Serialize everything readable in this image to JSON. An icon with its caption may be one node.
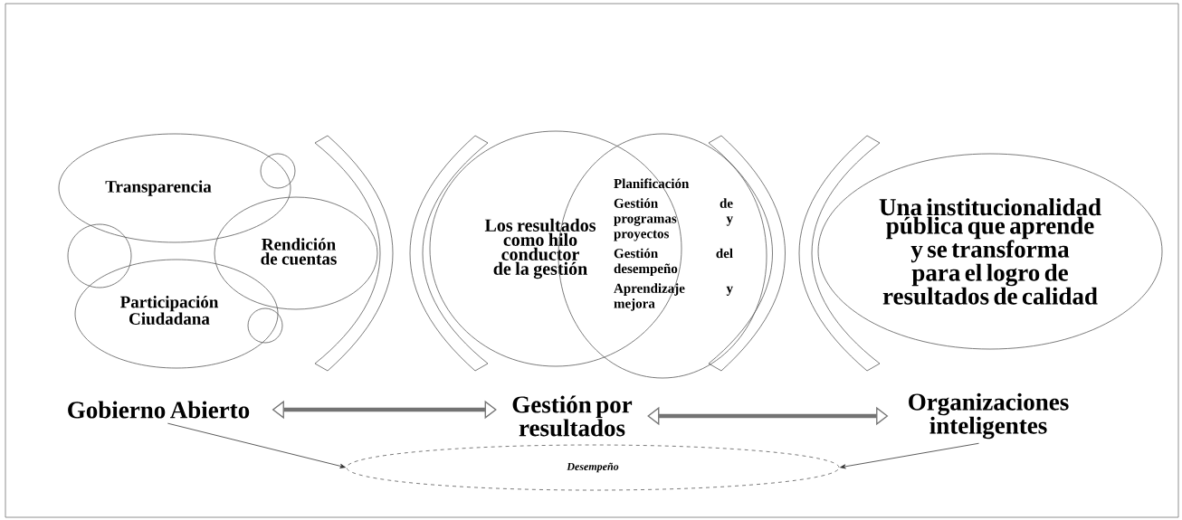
{
  "diagram": {
    "nodes": [
      {
        "text": [
          "Transparencia"
        ]
      },
      {
        "text": [],
        "shape": "circle"
      },
      {
        "text": [],
        "shape": "circle"
      },
      {
        "text": [
          "Rendición de cuentas"
        ]
      },
      {
        "text": [
          "Participación Ciudadana"
        ]
      },
      {
        "text": [],
        "shape": "circle"
      },
      {
        "text": [
          "Los resultados como hilo conductor de la gestión"
        ]
      },
      {
        "text": [
          "Planificación",
          "Gestión de programas y proyectos",
          "Gestión del desempeño",
          "Aprendizaje y mejora"
        ]
      },
      {
        "text": [
          "Una institucionalidad pública que aprende y se transforma para el logro de resultados de calidad"
        ]
      },
      {
        "text": [
          "Gobierno Abierto"
        ]
      },
      {
        "text": [
          "Gestión por resultados"
        ]
      },
      {
        "text": [
          "Organizaciones inteligentes"
        ]
      },
      {
        "text": [
          "Desempeño"
        ]
      }
    ],
    "edges": [
      {
        "from": 9,
        "to": 10,
        "arrow": "both",
        "style": "thick"
      },
      {
        "from": 10,
        "to": 11,
        "arrow": "both",
        "style": "thick"
      },
      {
        "from": 9,
        "to": 12,
        "arrow": "to"
      },
      {
        "from": 11,
        "to": 12,
        "arrow": "to"
      }
    ]
  }
}
